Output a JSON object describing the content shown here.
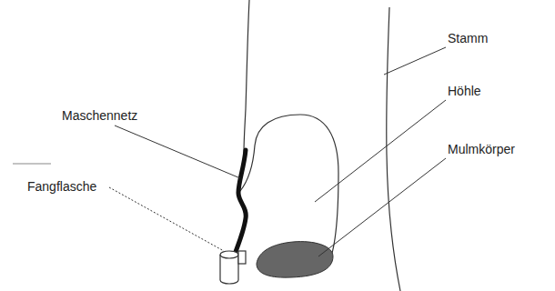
{
  "diagram": {
    "labels": [
      "Stamm",
      "Maschennetz",
      "Höhle",
      "Fangflasche",
      "Mulmkörper"
    ]
  }
}
